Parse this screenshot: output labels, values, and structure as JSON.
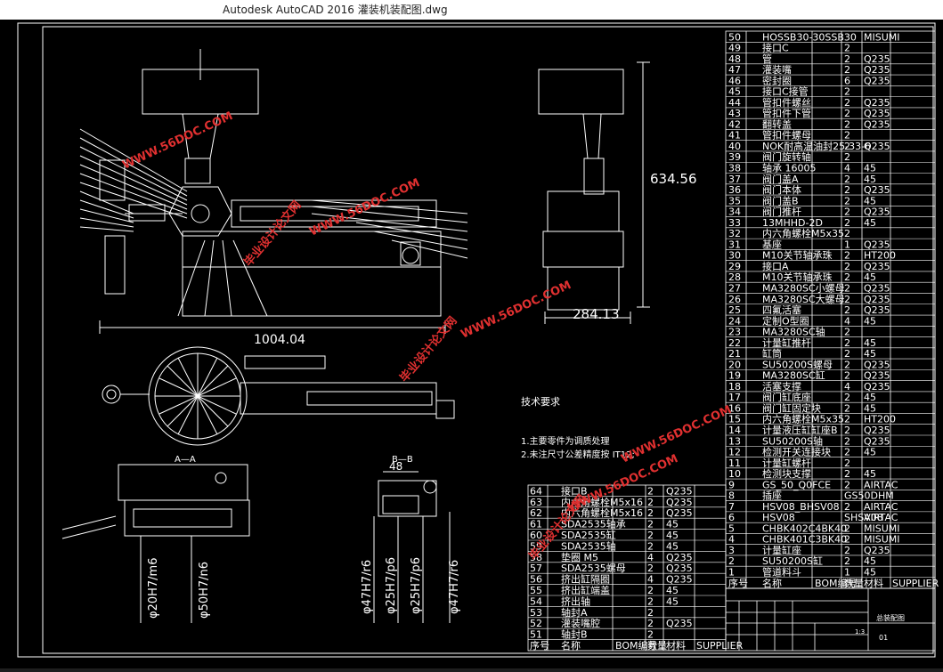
{
  "window": {
    "title": "Autodesk AutoCAD 2016    灌装机装配图.dwg"
  },
  "colors": {
    "background": "#000000",
    "line": "#ffffff",
    "watermark": "#e03030",
    "titlebar": "#ffffff"
  },
  "dimensions": {
    "total_width": "1004.04",
    "height": "634.56",
    "side_width": "284.13",
    "bb_width": "48"
  },
  "section_labels": {
    "aa": "A—A",
    "bb": "B—B"
  },
  "fits": {
    "f1": "φ20H7/m6",
    "f2": "φ50H7/n6",
    "f3": "φ47H7/r6",
    "f4": "φ25H7/p6",
    "f5": "φ25H7/p6",
    "f6": "φ47H7/r6"
  },
  "tech": {
    "title": "技术要求",
    "line1": "1.主要零件为调质处理",
    "line2": "2.未注尺寸公差精度按 IT12;"
  },
  "watermarks": [
    "毕业设计论文网",
    "WWW.56DOC.COM"
  ],
  "bom_right": [
    [
      "50",
      "HOSSB30-30SSB30",
      "",
      "MISUMI"
    ],
    [
      "49",
      "接口C",
      "2",
      ""
    ],
    [
      "48",
      "管",
      "2",
      "Q235"
    ],
    [
      "47",
      "灌装嘴",
      "2",
      "Q235"
    ],
    [
      "46",
      "密封圈",
      "6",
      "Q235"
    ],
    [
      "45",
      "接口C接管",
      "2",
      ""
    ],
    [
      "44",
      "管扣件螺丝",
      "2",
      "Q235"
    ],
    [
      "43",
      "管扣件下管",
      "2",
      "Q235"
    ],
    [
      "42",
      "翻转盖",
      "2",
      "Q235"
    ],
    [
      "41",
      "管扣件螺母",
      "2",
      ""
    ],
    [
      "40",
      "NOK耐高温油封25-33-6",
      "2",
      "Q235"
    ],
    [
      "39",
      "阀门旋转轴",
      "2",
      ""
    ],
    [
      "38",
      "轴承 16005",
      "4",
      "45"
    ],
    [
      "37",
      "阀门盖A",
      "2",
      "45"
    ],
    [
      "36",
      "阀门本体",
      "2",
      "Q235"
    ],
    [
      "35",
      "阀门盖B",
      "2",
      "45"
    ],
    [
      "34",
      "阀门推杆",
      "2",
      "Q235"
    ],
    [
      "33",
      "13MHHD-2D",
      "2",
      "45"
    ],
    [
      "32",
      "内六角螺栓M5x35",
      "2",
      ""
    ],
    [
      "31",
      "基座",
      "1",
      "Q235"
    ],
    [
      "30",
      "M10关节轴承珠",
      "2",
      "HT200"
    ],
    [
      "29",
      "接口A",
      "2",
      "Q235"
    ],
    [
      "28",
      "M10关节轴承珠",
      "2",
      "45"
    ],
    [
      "27",
      "MA3280SC小螺母",
      "2",
      "Q235"
    ],
    [
      "26",
      "MA3280SC大螺母",
      "2",
      "Q235"
    ],
    [
      "25",
      "四氟活塞",
      "2",
      "Q235"
    ],
    [
      "24",
      "定制O型圈",
      "4",
      "45"
    ],
    [
      "23",
      "MA3280SC轴",
      "2",
      ""
    ],
    [
      "22",
      "计量缸推杆",
      "2",
      "45"
    ],
    [
      "21",
      "缸筒",
      "2",
      "45"
    ],
    [
      "20",
      "SU50200S螺母",
      "2",
      "Q235"
    ],
    [
      "19",
      "MA3280SC缸",
      "2",
      "Q235"
    ],
    [
      "18",
      "活塞支撑",
      "4",
      "Q235"
    ],
    [
      "17",
      "阀门缸底座",
      "2",
      "45"
    ],
    [
      "16",
      "阀门缸固定块",
      "2",
      "45"
    ],
    [
      "15",
      "内六角螺栓M5x35",
      "2",
      "HT200"
    ],
    [
      "14",
      "计量液压缸缸座B",
      "2",
      "Q235"
    ],
    [
      "13",
      "SU50200S轴",
      "2",
      "Q235"
    ],
    [
      "12",
      "检测开关连接块",
      "2",
      "45"
    ],
    [
      "11",
      "计量缸螺杆",
      "2",
      ""
    ],
    [
      "10",
      "检测块支撑",
      "2",
      "45"
    ],
    [
      "9",
      "GS_50_Q0FCE",
      "2",
      "AIRTAC"
    ],
    [
      "8",
      "插座",
      "GS50DHM",
      ""
    ],
    [
      "7",
      "HSV08_BHSV08",
      "2",
      "AIRTAC"
    ],
    [
      "6",
      "HSV08",
      "SHSV08",
      "AIRTAC"
    ],
    [
      "5",
      "CHBK402C4BK40",
      "2",
      "MISUMI"
    ],
    [
      "4",
      "CHBK401C3BK40",
      "2",
      "MISUMI"
    ],
    [
      "3",
      "计量缸座",
      "2",
      "Q235"
    ],
    [
      "2",
      "SU50200S缸",
      "2",
      "45"
    ],
    [
      "1",
      "管道料斗",
      "1",
      "45"
    ]
  ],
  "bom_right_header": [
    "序号",
    "名称",
    "BOM编号",
    "数量",
    "材料",
    "SUPPLIER"
  ],
  "bom_left": [
    [
      "64",
      "接口B",
      "2",
      "Q235"
    ],
    [
      "63",
      "内六角螺栓M5x16",
      "2",
      "Q235"
    ],
    [
      "62",
      "内六角螺栓M5x16",
      "2",
      "Q235"
    ],
    [
      "61",
      "SDA2535轴承",
      "2",
      "45"
    ],
    [
      "60",
      "SDA2535缸",
      "2",
      "45"
    ],
    [
      "59",
      "SDA2535轴",
      "2",
      "45"
    ],
    [
      "58",
      "垫圈 M5",
      "4",
      "Q235"
    ],
    [
      "57",
      "SDA2535螺母",
      "2",
      "Q235"
    ],
    [
      "56",
      "挤出缸隔圈",
      "4",
      "Q235"
    ],
    [
      "55",
      "挤出缸端盖",
      "2",
      "45"
    ],
    [
      "54",
      "挤出轴",
      "2",
      "45"
    ],
    [
      "53",
      "轴封A",
      "2",
      ""
    ],
    [
      "52",
      "灌装嘴腔",
      "2",
      "Q235"
    ],
    [
      "51",
      "轴封B",
      "2",
      ""
    ]
  ],
  "bom_left_header": [
    "序号",
    "名称",
    "BOM编号",
    "数量",
    "材料",
    "SUPPLIER"
  ],
  "title_block": {
    "drawing_name": "总装配图",
    "sheet": "01",
    "scale": "1:3"
  }
}
